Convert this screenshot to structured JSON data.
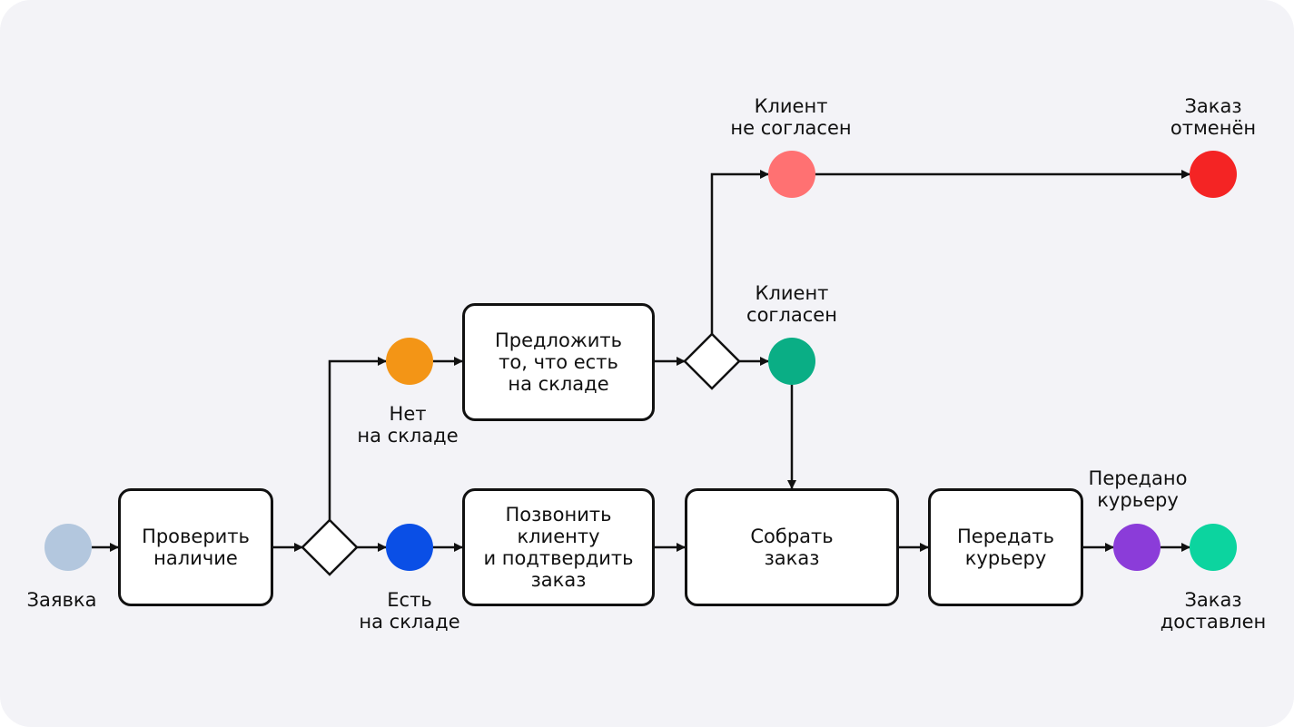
{
  "tasks": {
    "check": "Проверить\nналичие",
    "offer": "Предложить\nто, что есть\nна складе",
    "call": "Позвонить\nклиенту\nи подтвердить\nзаказ",
    "assemble": "Собрать\nзаказ",
    "handover": "Передать\nкурьеру"
  },
  "events": {
    "request": "Заявка",
    "not_in_stock": "Нет\nна складе",
    "in_stock": "Есть\nна складе",
    "client_disagrees": "Клиент\nне согласен",
    "client_agrees": "Клиент\nсогласен",
    "order_cancelled": "Заказ\nотменён",
    "handed_to_courier": "Передано\nкурьеру",
    "order_delivered": "Заказ\nдоставлен"
  },
  "colors": {
    "request": "#b3c7de",
    "not_in_stock": "#f39516",
    "in_stock": "#0a4fe6",
    "client_disagrees": "#ff7172",
    "client_agrees": "#0aae85",
    "order_cancelled": "#f42424",
    "handed_to_courier": "#8b3cd9",
    "order_delivered": "#0cd49f"
  }
}
